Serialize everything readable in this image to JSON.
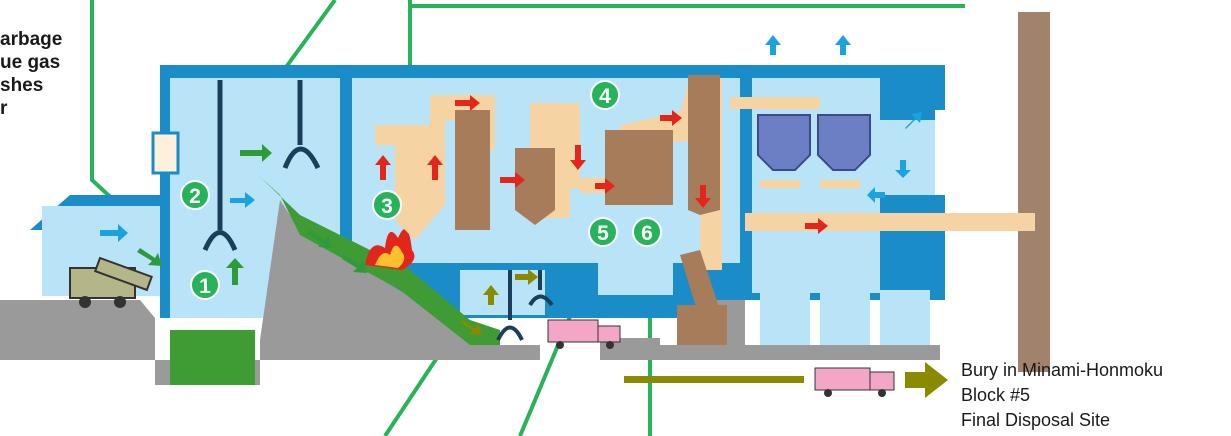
{
  "legend": {
    "items": [
      {
        "label": "arbage",
        "color": "#2e9b3a"
      },
      {
        "label": "ue gas",
        "color": "#e2261c"
      },
      {
        "label": "shes",
        "color": "#7a7a00"
      },
      {
        "label": "r",
        "color": "#1aa3e0"
      }
    ]
  },
  "destination": {
    "line1": "Bury in Minami-Honmoku",
    "line2": "Block #5",
    "line3": "Final Disposal Site"
  },
  "markers": [
    "1",
    "2",
    "3",
    "4",
    "5",
    "6"
  ],
  "colors": {
    "wall": "#1a8cc8",
    "room": "#b9e4f8",
    "gas": "#f5d3a3",
    "equipment": "#a67c5b",
    "ground": "#9a9a9a",
    "garbage": "#3f9c35",
    "callout": "#27b35a",
    "ash_line": "#8a8a00",
    "stack": "#a0826d",
    "truck": "#f4a6c8"
  }
}
